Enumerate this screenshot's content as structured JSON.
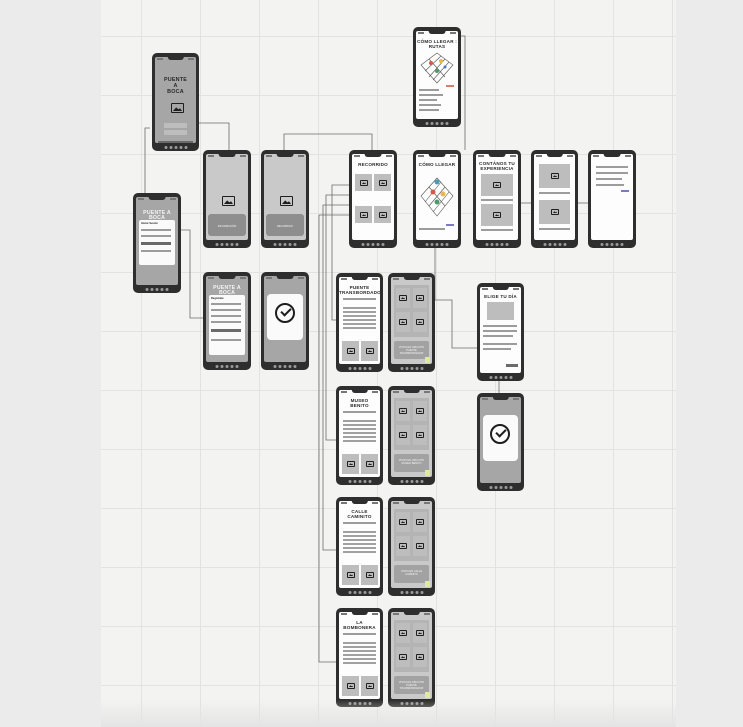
{
  "board": {
    "background": "#f3f3f2",
    "grid_color": "#e2e2e0",
    "frame_color": "#2e2e2e"
  },
  "screens": {
    "home": {
      "title_line1": "PUENTE",
      "title_line2": "A",
      "title_line3": "BOCA"
    },
    "login": {
      "title": "PUENTE A BOCA",
      "form_label": "Iniciar Sesión"
    },
    "intro1": {
      "caption": "INFORMACIÓN"
    },
    "intro2": {
      "caption": "RECORRIDO"
    },
    "register": {
      "title": "PUENTE A BOCA",
      "form_label": "Registrate"
    },
    "confirm": {
      "icon": "check-circle-icon"
    },
    "recorrido": {
      "title": "RECORRIDO"
    },
    "rutas": {
      "title_line1": "CÓMO LLEGAR :",
      "title_line2": "RUTAS"
    },
    "como_llegar": {
      "title": "CÓMO LLEGAR"
    },
    "experiencia": {
      "title_line1": "CONTÁNOS TU",
      "title_line2": "EXPERIENCIA"
    },
    "elige_dia": {
      "title": "ELIGE TU DÍA"
    },
    "confirm2": {
      "icon": "check-circle-icon"
    },
    "places": [
      {
        "title_line1": "PUENTE",
        "title_line2": "TRANSBORDADOR",
        "gallery_caption": "VISITA EN CIRCUITO PUENTE TRANSBORDADOR"
      },
      {
        "title_line1": "MUSEO",
        "title_line2": "BENITO",
        "gallery_caption": "VISITA EN CIRCUITO MUSEO BENITO"
      },
      {
        "title_line1": "CALLE",
        "title_line2": "CAMINITO",
        "gallery_caption": "VISITA EN CALLE CAMINITO"
      },
      {
        "title_line1": "LA",
        "title_line2": "BOMBONERA",
        "gallery_caption": "VISITA EN CIRCUITO PUENTE TRANSBORDADOR"
      }
    ]
  }
}
